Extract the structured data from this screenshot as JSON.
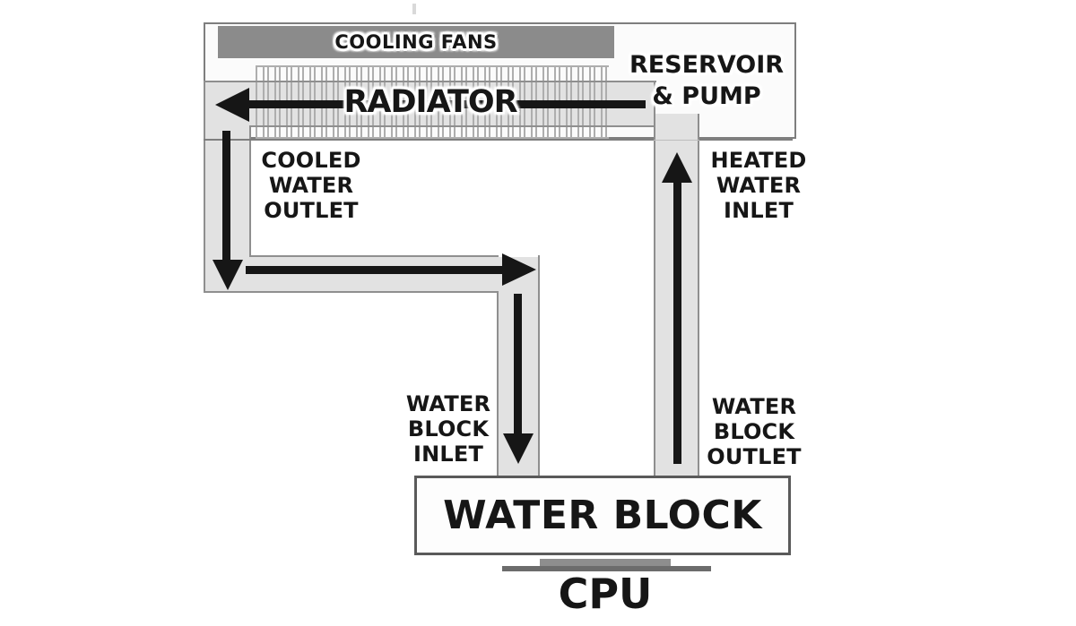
{
  "labels": {
    "cooling_fans": "COOLING FANS",
    "radiator": "RADIATOR",
    "reservoir_pump": [
      "RESERVOIR",
      "& PUMP"
    ],
    "cooled_water_outlet": [
      "COOLED",
      "WATER",
      "OUTLET"
    ],
    "heated_water_inlet": [
      "HEATED",
      "WATER",
      "INLET"
    ],
    "water_block_inlet": [
      "WATER",
      "BLOCK",
      "INLET"
    ],
    "water_block_outlet": [
      "WATER",
      "BLOCK",
      "OUTLET"
    ],
    "water_block": "WATER BLOCK",
    "cpu": "CPU"
  },
  "colors": {
    "paper": "#ffffff",
    "ink": "#161616",
    "pipe_fill": "#e2e2e2",
    "pipe_stroke": "#8f8f8f",
    "fan_bar": "#8b8b8b",
    "fin_stroke": "#aeaeae",
    "housing_stroke": "#7e7e7e",
    "block_stroke": "#5a5a5a",
    "cpu_top": "#8e8e8e",
    "cpu_base": "#6c6c6c"
  }
}
